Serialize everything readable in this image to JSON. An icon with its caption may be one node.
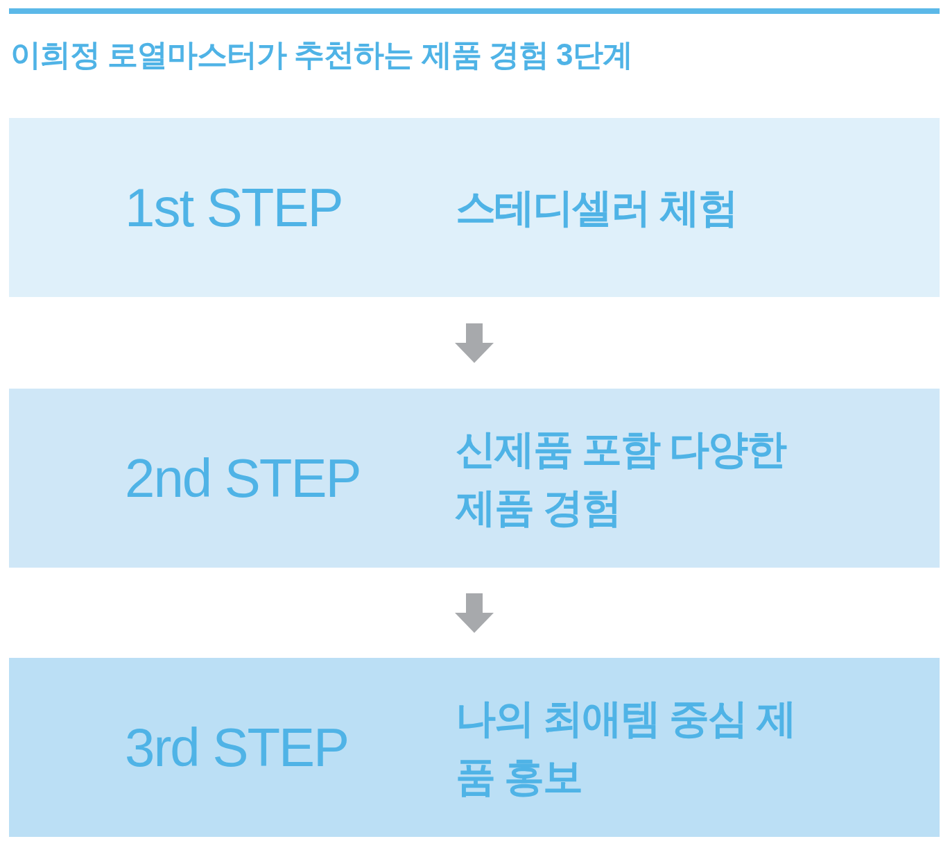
{
  "diagram": {
    "title": "이희정 로열마스터가 추천하는 제품 경험 3단계",
    "nodes": [
      {
        "text": [
          "1st STEP",
          "스테디셀러 체험"
        ]
      },
      {
        "text": [
          "2nd STEP",
          "신제품 포함 다양한 제품 경험"
        ]
      },
      {
        "text": [
          "3rd STEP",
          "나의 최애템 중심 제품 홍보"
        ]
      }
    ],
    "edges": [
      {
        "from": 0,
        "to": 1,
        "arrow": "to"
      },
      {
        "from": 1,
        "to": 2,
        "arrow": "to"
      }
    ]
  }
}
